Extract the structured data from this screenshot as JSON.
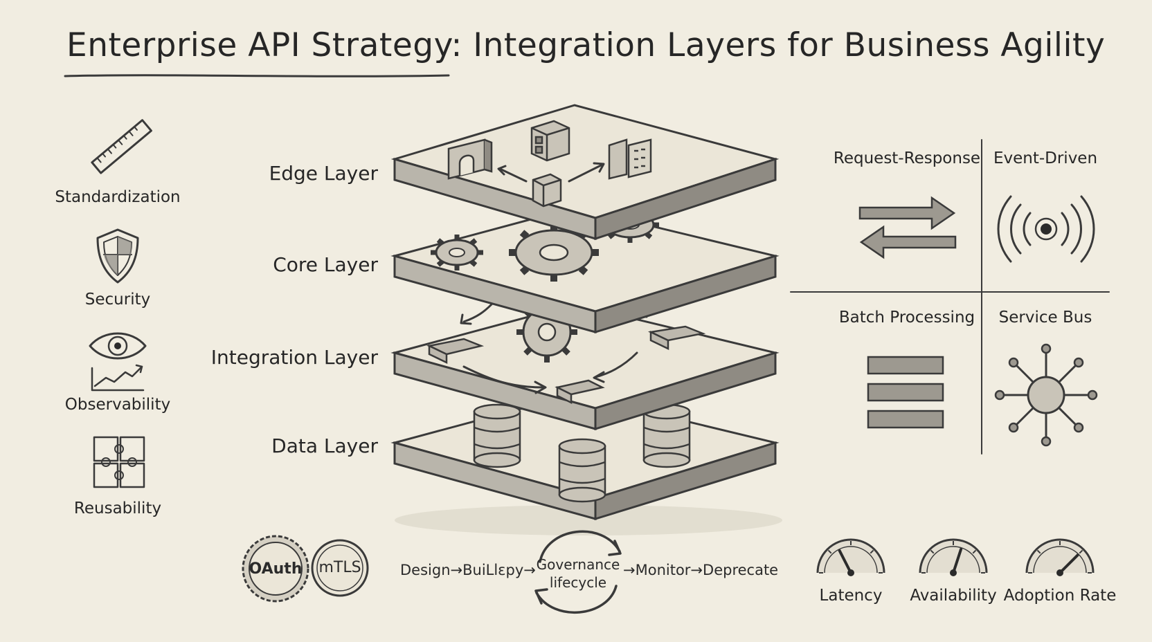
{
  "title": "Enterprise API Strategy: Integration Layers for Business Agility",
  "pillars": [
    {
      "label": "Standardization",
      "icon": "ruler-icon"
    },
    {
      "label": "Security",
      "icon": "shield-icon"
    },
    {
      "label": "Observability",
      "icon": "eye-chart-icon"
    },
    {
      "label": "Reusability",
      "icon": "puzzle-icon"
    }
  ],
  "layers": [
    {
      "label": "Edge Layer"
    },
    {
      "label": "Core Layer"
    },
    {
      "label": "Integration Layer"
    },
    {
      "label": "Data Layer"
    }
  ],
  "patterns": [
    {
      "label": "Request-Response",
      "icon": "double-arrow-icon"
    },
    {
      "label": "Event-Driven",
      "icon": "broadcast-icon"
    },
    {
      "label": "Batch Processing",
      "icon": "stacked-bars-icon"
    },
    {
      "label": "Service Bus",
      "icon": "hub-icon"
    }
  ],
  "security_badges": [
    "OAuth",
    "mTLS"
  ],
  "lifecycle": {
    "left_text": "Design→BuiLl​ɛpy→",
    "center_line1": "Governance",
    "center_line2": "lifecycle",
    "right_text": "→Monitor→Deprecate"
  },
  "kpis": [
    {
      "label": "Latency",
      "level": 0.35
    },
    {
      "label": "Availability",
      "level": 0.6
    },
    {
      "label": "Adoption Rate",
      "level": 0.75
    }
  ],
  "colors": {
    "background": "#f1ede1",
    "ink": "#2b2b2b"
  }
}
